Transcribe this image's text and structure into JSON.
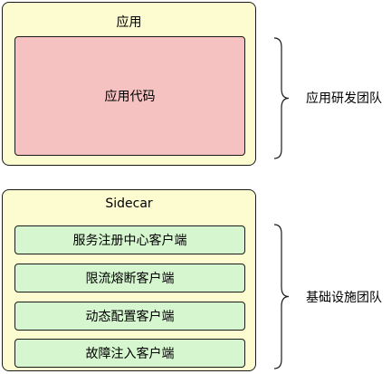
{
  "app_box": {
    "title": "应用",
    "code_label": "应用代码",
    "team_label": "应用研发团队"
  },
  "sidecar_box": {
    "title": "Sidecar",
    "clients": [
      {
        "label": "服务注册中心客户端"
      },
      {
        "label": "限流熔断客户端"
      },
      {
        "label": "动态配置客户端"
      },
      {
        "label": "故障注入客户端"
      }
    ],
    "team_label": "基础设施团队"
  },
  "colors": {
    "outer_fill": "#fdfcd0",
    "code_fill": "#f6c1c1",
    "client_fill": "#d6f6cf",
    "border": "#1a1a1a"
  }
}
